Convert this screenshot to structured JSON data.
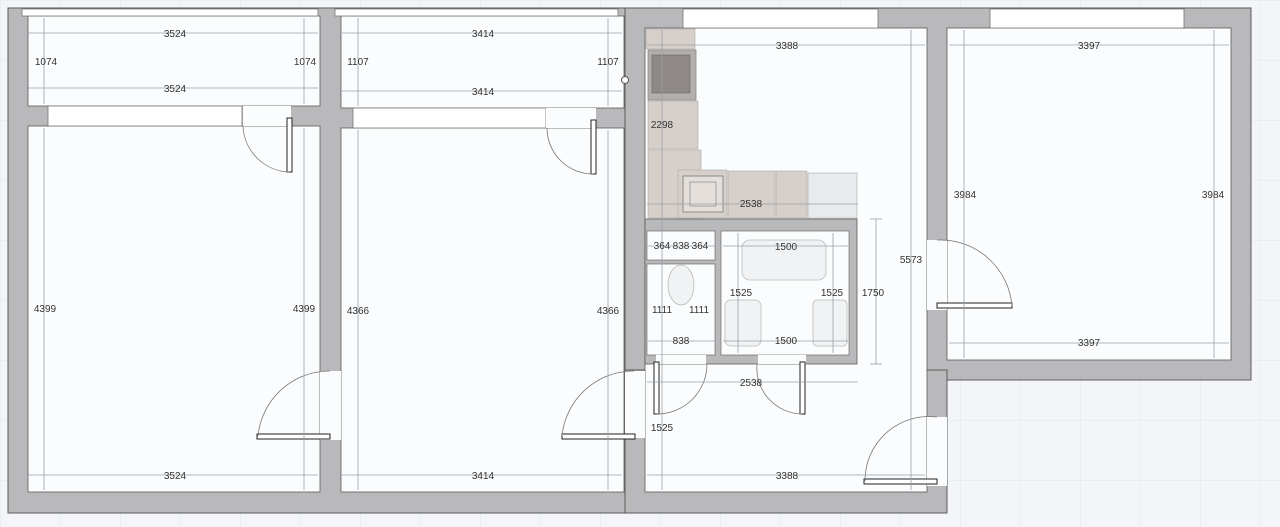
{
  "colors": {
    "background": "#f3f5f8",
    "grid": "#e2e7ee",
    "wall": "#b9b9bc",
    "wall_edge": "#5a5a5a",
    "floor": "#fbfcfd",
    "window": "#ffffff",
    "furniture_dark": "#9a9391",
    "furniture_light": "#d6cfca",
    "dimension_line": "#9aa0a6",
    "dimension_text": "#333333"
  },
  "rooms": {
    "balcony_left": {
      "width_top": "3524",
      "width_bottom": "3524",
      "depth_left": "1074",
      "depth_right": "1074"
    },
    "balcony_middle": {
      "width_top": "3414",
      "width_bottom": "3414",
      "depth_left": "1107",
      "depth_right": "1107"
    },
    "room_left": {
      "width_bottom": "3524",
      "height_left": "4399",
      "height_right": "4399"
    },
    "room_middle": {
      "width_bottom": "3414",
      "height_left": "4366",
      "height_right": "4366"
    },
    "kitchen": {
      "width_top": "3388",
      "height_left": "2298",
      "width_lower": "2538"
    },
    "hall": {
      "width_upper": "2538",
      "width_bottom": "3388",
      "doorway": "1525",
      "height_total": "5573"
    },
    "toilet": {
      "width_top_a": "364",
      "width_top_b": "838",
      "width_top_c": "364",
      "height_left": "1111",
      "height_right": "1111",
      "width_bottom": "838"
    },
    "bathroom": {
      "width_top": "1500",
      "height_left": "1525",
      "height_right": "1525",
      "width_bottom": "1500",
      "outer_height": "1750"
    },
    "room_right": {
      "width_top": "3397",
      "width_bottom": "3397",
      "height_left": "3984",
      "height_right": "3984"
    }
  }
}
